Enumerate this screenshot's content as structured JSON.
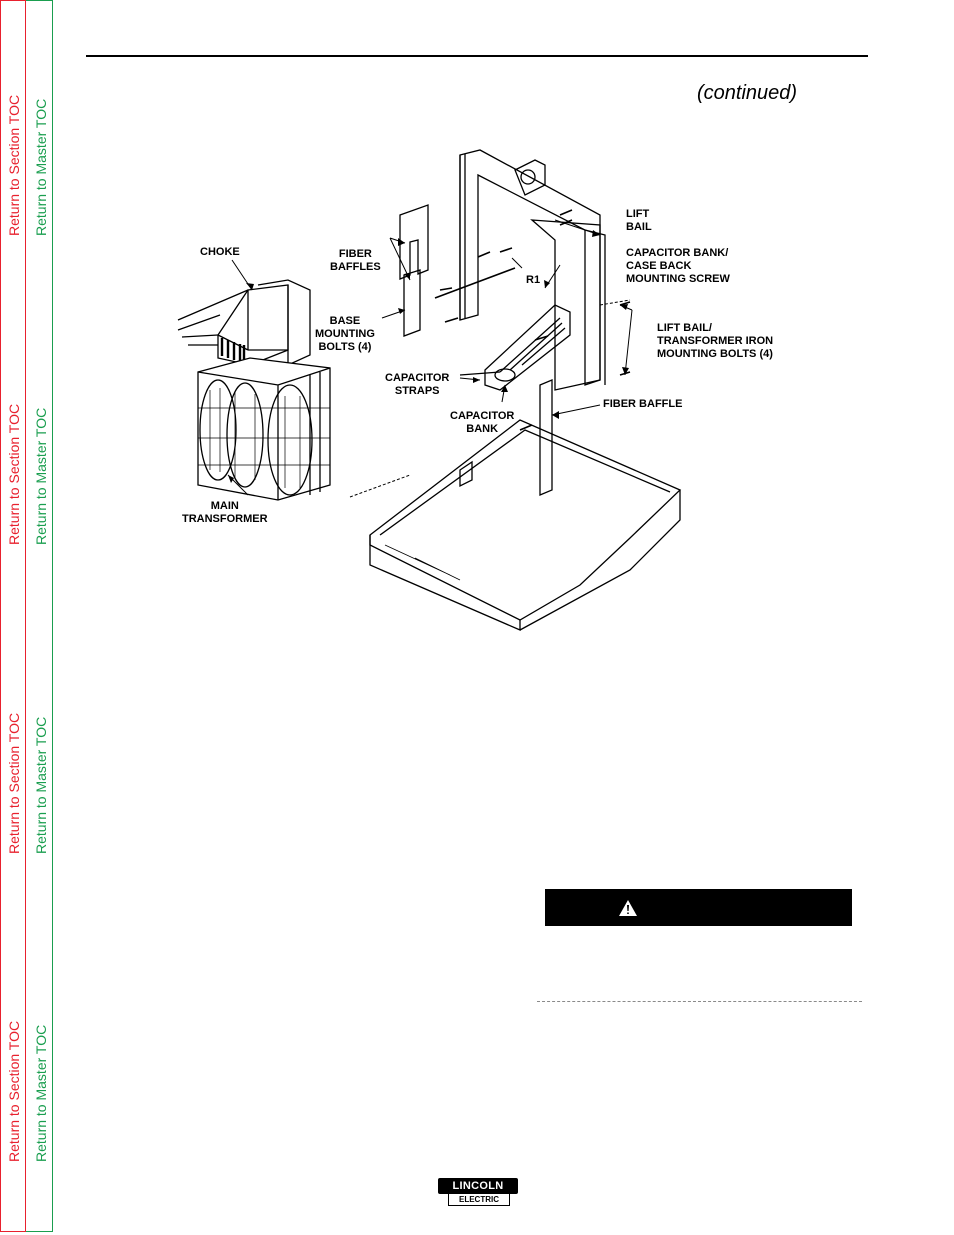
{
  "nav": {
    "section_toc": "Return to Section TOC",
    "master_toc": "Return to Master TOC",
    "section_color": "#e8212e",
    "master_color": "#1a9e4f"
  },
  "header": {
    "continued": "(continued)"
  },
  "diagram": {
    "labels": {
      "choke": "CHOKE",
      "fiber_baffles": "FIBER\nBAFFLES",
      "base_mounting_bolts": "BASE\nMOUNTING\nBOLTS (4)",
      "r1": "R1",
      "lift_bail": "LIFT\nBAIL",
      "capacitor_bank_case_back": "CAPACITOR BANK/\nCASE BACK\nMOUNTING SCREW",
      "lift_bail_transformer_bolts": "LIFT BAIL/\nTRANSFORMER IRON\nMOUNTING BOLTS (4)",
      "capacitor_straps": "CAPACITOR\nSTRAPS",
      "capacitor_bank": "CAPACITOR\nBANK",
      "fiber_baffle": "FIBER BAFFLE",
      "main_transformer": "MAIN\nTRANSFORMER"
    }
  },
  "warning": {
    "icon": "warning-triangle-icon"
  },
  "footer": {
    "logo_top": "LINCOLN",
    "logo_bottom": "ELECTRIC"
  }
}
